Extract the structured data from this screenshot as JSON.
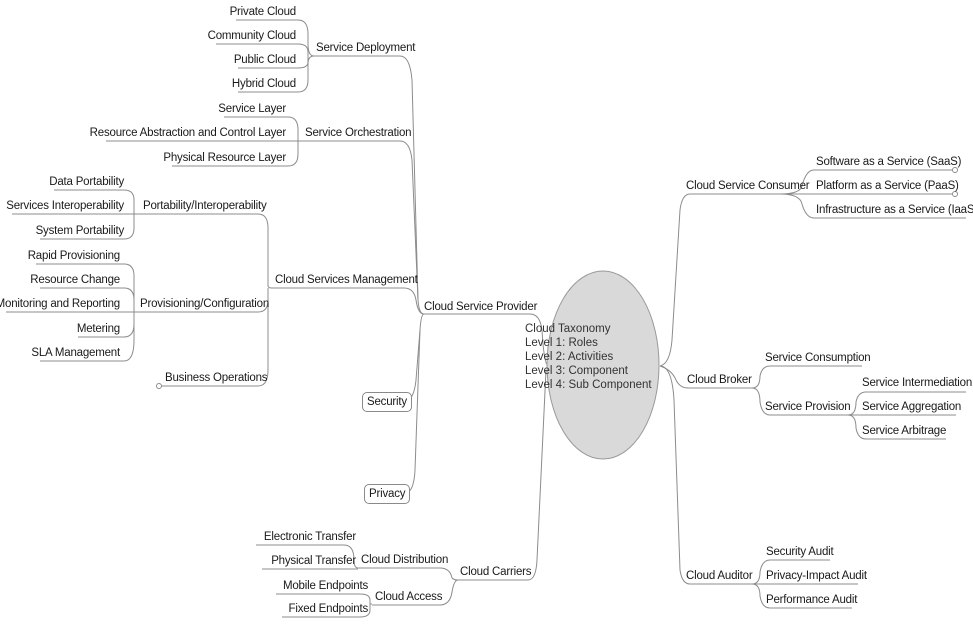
{
  "center": {
    "lines": [
      "Cloud Taxonomy",
      "Level 1: Roles",
      "Level 2: Activities",
      "Level 3: Component",
      "Level 4: Sub Component"
    ],
    "fill": "#d9d9d9",
    "stroke": "#9a9a9a"
  },
  "line_color": "#8c8c8c",
  "provider": {
    "label": "Cloud Service Provider",
    "deployment": {
      "label": "Service Deployment",
      "items": [
        "Private Cloud",
        "Community Cloud",
        "Public Cloud",
        "Hybrid Cloud"
      ]
    },
    "orchestration": {
      "label": "Service Orchestration",
      "items": [
        "Service Layer",
        "Resource Abstraction and Control Layer",
        "Physical Resource Layer"
      ]
    },
    "management": {
      "label": "Cloud Services Management",
      "portability": {
        "label": "Portability/Interoperability",
        "items": [
          "Data Portability",
          "Services Interoperability",
          "System Portability"
        ]
      },
      "provisioning": {
        "label": "Provisioning/Configuration",
        "items": [
          "Rapid Provisioning",
          "Resource Change",
          "Monitoring and Reporting",
          "Metering",
          "SLA Management"
        ]
      },
      "business": "Business Operations"
    },
    "security": "Security",
    "privacy": "Privacy"
  },
  "carriers": {
    "label": "Cloud Carriers",
    "distribution": {
      "label": "Cloud Distribution",
      "items": [
        "Electronic Transfer",
        "Physical Transfer"
      ]
    },
    "access": {
      "label": "Cloud Access",
      "items": [
        "Mobile Endpoints",
        "Fixed Endpoints"
      ]
    }
  },
  "consumer": {
    "label": "Cloud Service Consumer",
    "items": [
      "Software as a Service (SaaS)",
      "Platform as a Service (PaaS)",
      "Infrastructure as a Service (IaaS)"
    ]
  },
  "broker": {
    "label": "Cloud Broker",
    "consumption": "Service Consumption",
    "provision": {
      "label": "Service Provision",
      "items": [
        "Service Intermediation",
        "Service Aggregation",
        "Service Arbitrage"
      ]
    }
  },
  "auditor": {
    "label": "Cloud Auditor",
    "items": [
      "Security Audit",
      "Privacy-Impact Audit",
      "Performance Audit"
    ]
  }
}
